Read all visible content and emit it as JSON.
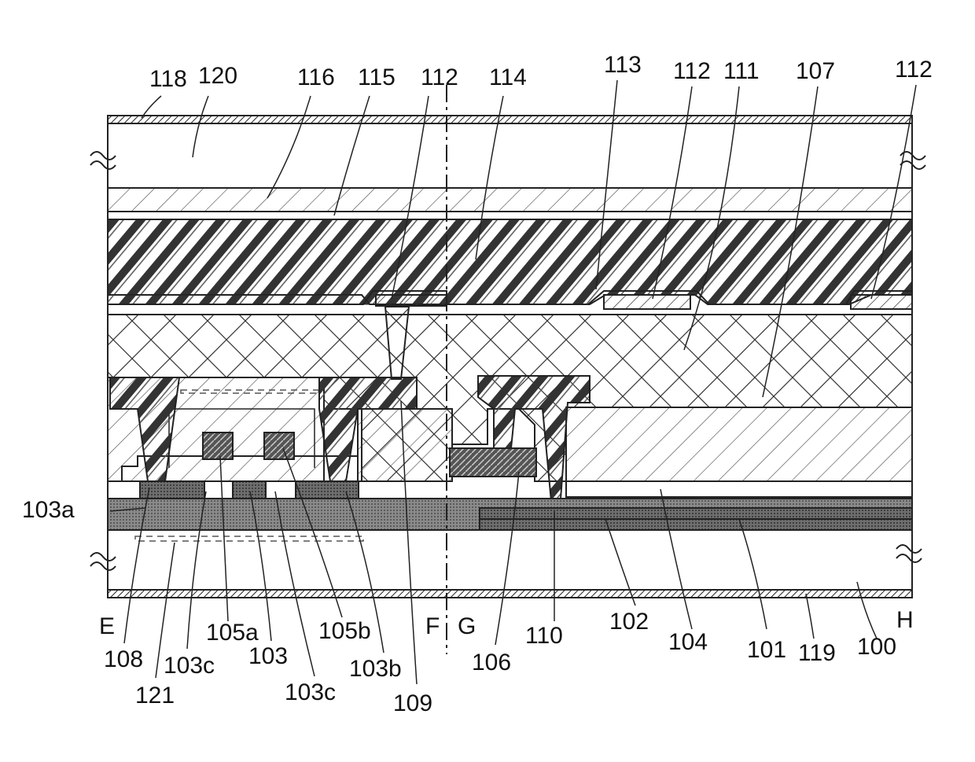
{
  "diagram": {
    "layer_labels": [
      "118",
      "120",
      "116",
      "115",
      "112",
      "114",
      "113",
      "112",
      "111",
      "107",
      "112"
    ],
    "side_label": "103a",
    "bottom_labels": [
      "E",
      "108",
      "121",
      "103c",
      "105a",
      "103",
      "103c",
      "105b",
      "103b",
      "109",
      "F",
      "G",
      "106",
      "110",
      "102",
      "104",
      "101",
      "119",
      "100",
      "H"
    ]
  }
}
